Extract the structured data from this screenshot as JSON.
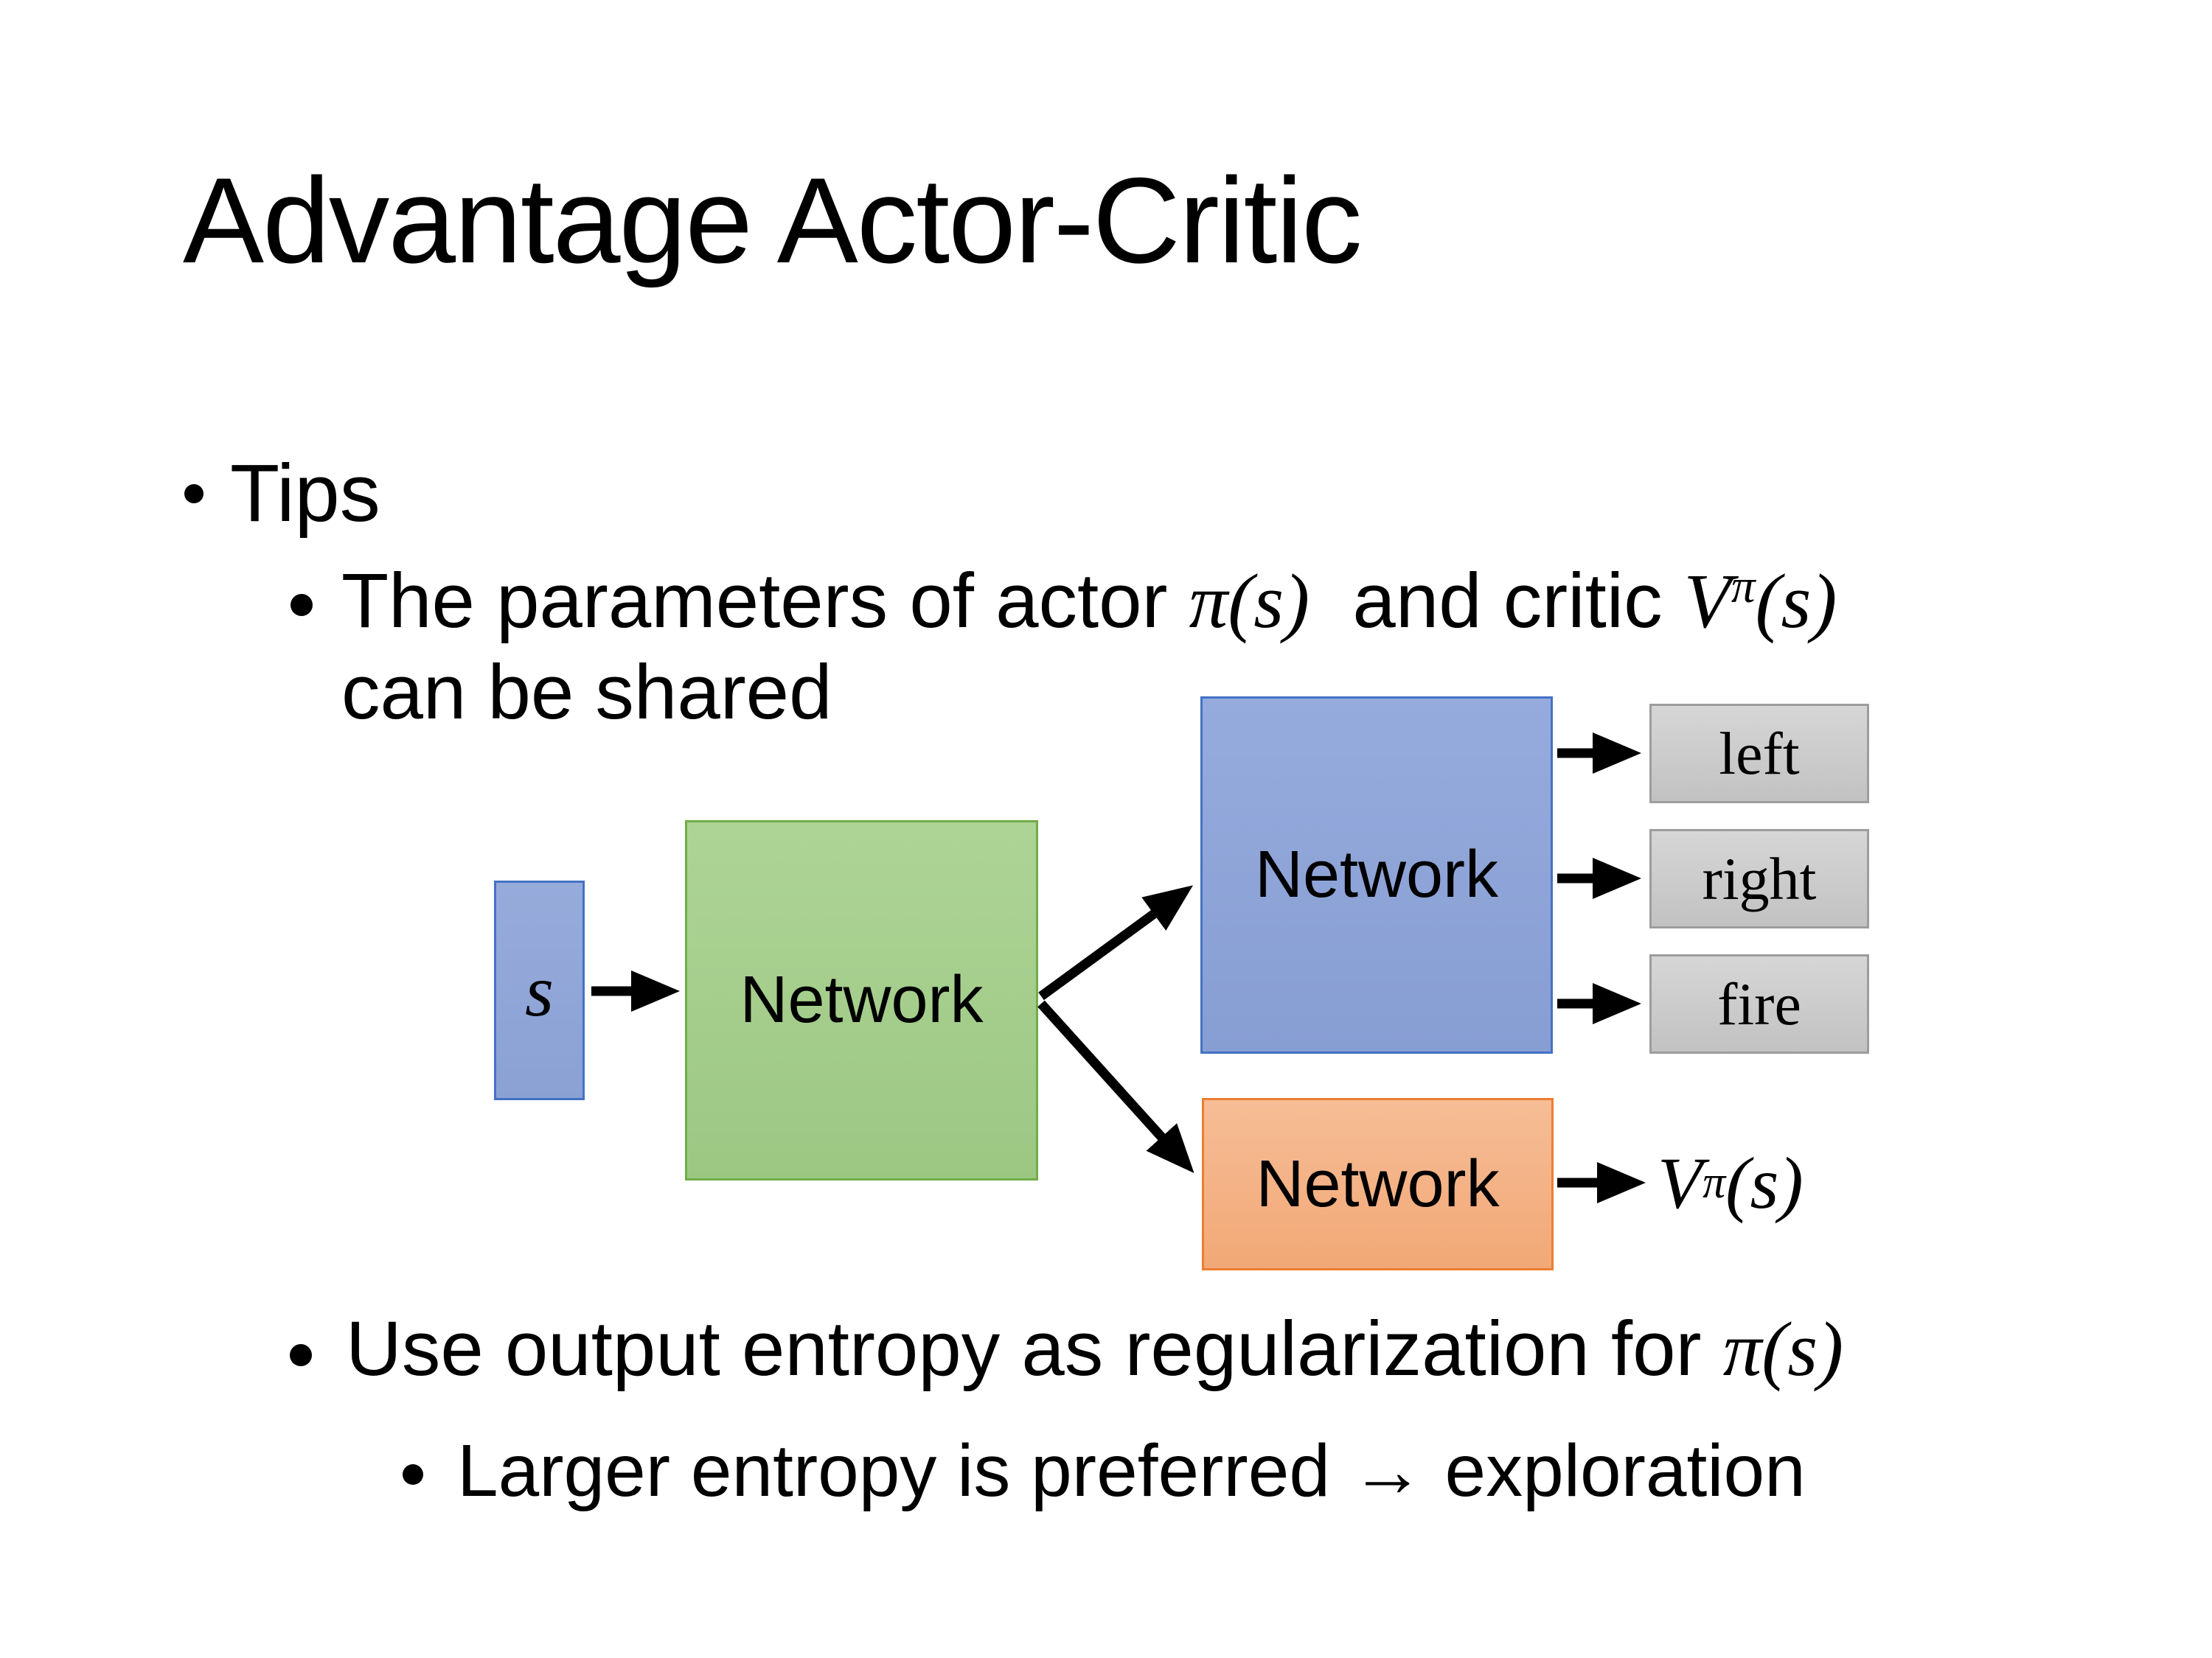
{
  "slide": {
    "title": "Advantage Actor-Critic",
    "background_color": "#ffffff",
    "text_color": "#000000"
  },
  "bullets": {
    "tips": "Tips",
    "item1_line1": [
      {
        "t": "The parameters of actor ",
        "s": "p"
      },
      {
        "t": "π(s)",
        "s": "m"
      },
      {
        "t": "  and critic ",
        "s": "p"
      },
      {
        "t": "V",
        "s": "m"
      },
      {
        "t": "π",
        "s": "ms"
      },
      {
        "t": "(s)",
        "s": "m"
      }
    ],
    "item1_line2": "can be shared",
    "item2": [
      {
        "t": "Use output entropy as regularization for ",
        "s": "p"
      },
      {
        "t": "π(s)",
        "s": "m"
      }
    ],
    "item3": "Larger entropy is preferred → exploration"
  },
  "diagram": {
    "state_label": "s",
    "shared_network_label": "Network",
    "actor_network_label": "Network",
    "critic_network_label": "Network",
    "actions": [
      "left",
      "right",
      "fire"
    ],
    "critic_output": [
      {
        "t": "V",
        "s": "m"
      },
      {
        "t": "π",
        "s": "ms"
      },
      {
        "t": "(s)",
        "s": "m"
      }
    ],
    "colors": {
      "state_fill": "#8fa5d6",
      "state_border": "#4472c4",
      "shared_fill": "#a5cf8c",
      "shared_border": "#70ad47",
      "actor_fill": "#8fa6da",
      "actor_border": "#4472c4",
      "critic_fill": "#f4b183",
      "critic_border": "#ed7d31",
      "action_fill": "#cccccc",
      "action_border": "#9d9d9d",
      "arrow": "#000000"
    }
  }
}
